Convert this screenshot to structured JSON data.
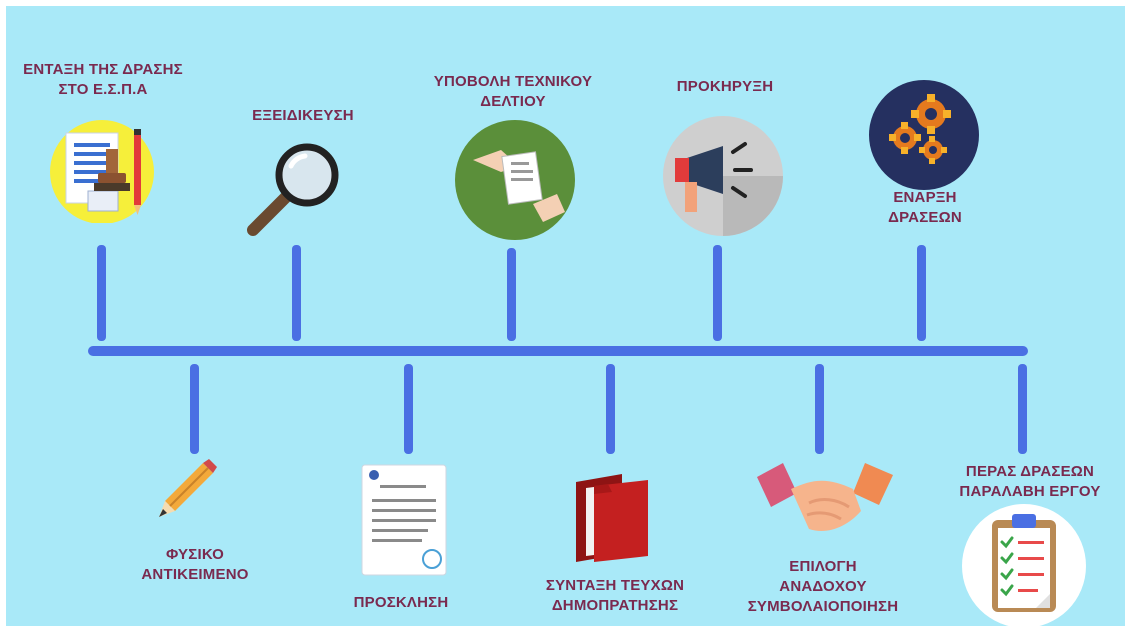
{
  "colors": {
    "background": "#a9e9f8",
    "timeline": "#4a6fe3",
    "label_text": "#7a2a4f"
  },
  "timeline": {
    "top_steps": [
      {
        "line1": "ΕΝΤΑΞΗ ΤΗΣ ΔΡΑΣΗΣ",
        "line2": "ΣΤΟ Ε.Σ.Π.Α",
        "icon": "document-stamp-icon"
      },
      {
        "line1": "ΕΞΕΙΔΙΚΕΥΣΗ",
        "line2": "",
        "icon": "magnifier-icon"
      },
      {
        "line1": "ΥΠΟΒΟΛΗ ΤΕΧΝΙΚΟΥ",
        "line2": "ΔΕΛΤΙΟΥ",
        "icon": "document-handover-icon"
      },
      {
        "line1": "ΠΡΟΚΗΡΥΞΗ",
        "line2": "",
        "icon": "megaphone-icon"
      },
      {
        "line1": "ΕΝΑΡΞΗ",
        "line2": "ΔΡΑΣΕΩΝ",
        "icon": "gears-icon"
      }
    ],
    "bottom_steps": [
      {
        "line1": "ΦΥΣΙΚΟ",
        "line2": "ΑΝΤΙΚΕΙΜΕΝΟ",
        "line3": "",
        "icon": "pencil-icon"
      },
      {
        "line1": "ΠΡΟΣΚΛΗΣΗ",
        "line2": "",
        "line3": "",
        "icon": "invitation-document-icon"
      },
      {
        "line1": "ΣΥΝΤΑΞΗ ΤΕΥΧΩΝ",
        "line2": "ΔΗΜΟΠΡΑΤΗΣΗΣ",
        "line3": "",
        "icon": "folder-icon"
      },
      {
        "line1": "ΕΠΙΛΟΓΗ",
        "line2": "ΑΝΑΔΟΧΟΥ",
        "line3": "ΣΥΜΒΟΛΑΙΟΠΟΙΗΣΗ",
        "icon": "handshake-icon"
      },
      {
        "line1": "ΠΕΡΑΣ ΔΡΑΣΕΩΝ",
        "line2": "ΠΑΡΑΛΑΒΗ ΕΡΓΟΥ",
        "line3": "",
        "icon": "clipboard-checklist-icon"
      }
    ]
  }
}
